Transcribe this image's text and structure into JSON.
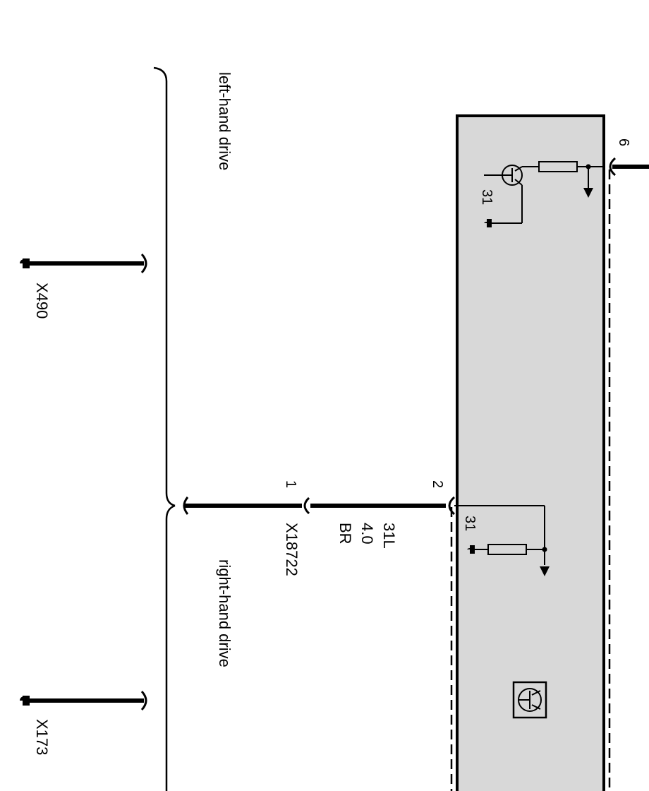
{
  "regions": {
    "left": "left-hand drive",
    "right": "right-hand drive"
  },
  "grounds": {
    "upper": "X490",
    "lower": "X173"
  },
  "connector": {
    "name": "X18722",
    "pin": "1"
  },
  "module": {
    "pin_top": "6",
    "pin_left": "2",
    "ground_upper": "31",
    "ground_lower": "31",
    "symbol_icon": "transistor-symbol-icon"
  },
  "wire": {
    "circuit": "31L",
    "gauge": "4.0",
    "color": "BR"
  }
}
